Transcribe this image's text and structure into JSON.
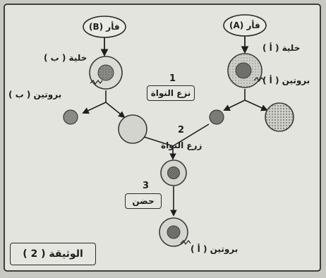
{
  "mouse_a": "فأر (A)",
  "mouse_b": "فأر (B)",
  "cell_a": "خلية ( أ )",
  "cell_b": "خلية ( ب )",
  "protein_a": "بروتين ( أ )",
  "protein_b": "بروتين ( ب )",
  "step1_num": "1",
  "step1_label": "نزع النواة",
  "step2_num": "2",
  "step2_label": "زرع النواة",
  "step3_num": "3",
  "step3_label": "حضن",
  "protein_a_result": "بروتين ( أ )",
  "document_label": "الوثيقة ( 2 )"
}
